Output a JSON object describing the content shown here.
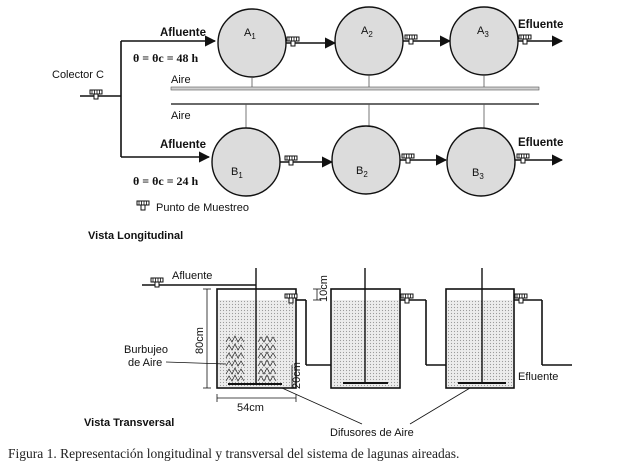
{
  "longitudinal": {
    "collector_label": "Colector C",
    "top_row": {
      "inflow_label": "Afluente",
      "outflow_label": "Efluente",
      "theta_label": "θ = θc = 48 h",
      "ponds": [
        {
          "name": "A",
          "sub": "1"
        },
        {
          "name": "A",
          "sub": "2"
        },
        {
          "name": "A",
          "sub": "3"
        }
      ]
    },
    "air_label_top": "Aire",
    "air_label_bottom": "Aire",
    "bottom_row": {
      "inflow_label": "Afluente",
      "outflow_label": "Efluente",
      "theta_label": "θ = θc = 24 h",
      "ponds": [
        {
          "name": "B",
          "sub": "1"
        },
        {
          "name": "B",
          "sub": "2"
        },
        {
          "name": "B",
          "sub": "3"
        }
      ]
    },
    "sampling_point_label": "Punto de Muestreo",
    "section_title": "Vista Longitudinal"
  },
  "transversal": {
    "inflow_label": "Afluente",
    "outflow_label": "Efluente",
    "depth_label": "80cm",
    "freeboard_label": "10cm",
    "bottom_gap_label": "20cm",
    "width_label": "54cm",
    "bubbling_label_line1": "Burbujeo",
    "bubbling_label_line2": "de Aire",
    "diffusers_label": "Difusores de Aire",
    "section_title": "Vista Transversal"
  },
  "caption": "Figura 1. Representación longitudinal y transversal del sistema de lagunas aireadas."
}
